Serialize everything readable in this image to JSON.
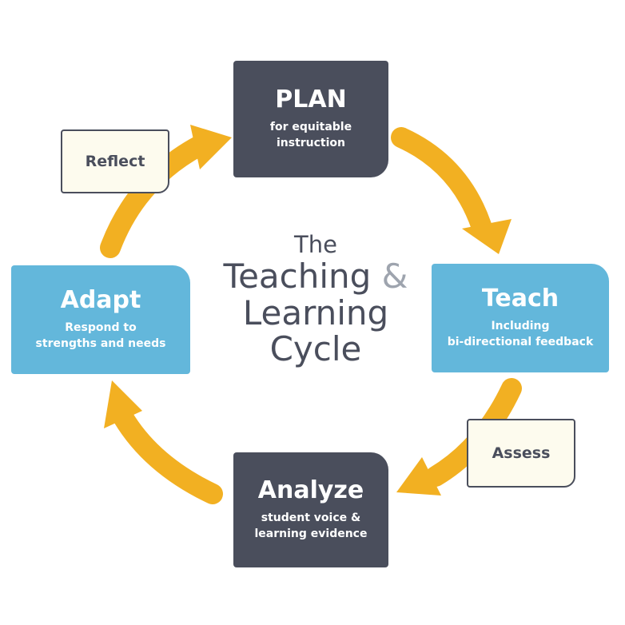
{
  "colors": {
    "arrow": "#f2b022",
    "dark_box": "#4a4e5c",
    "blue_box": "#63b7db",
    "label_fill": "#fdfbee",
    "text_dark": "#4a4e5c",
    "ampersand": "#9ea4ae"
  },
  "center": {
    "line1": "The",
    "line2": "Teaching",
    "ampersand": "&",
    "line3": "Learning",
    "line4": "Cycle"
  },
  "stages": {
    "plan": {
      "title": "PLAN",
      "line1": "for equitable",
      "line2": "instruction"
    },
    "teach": {
      "title": "Teach",
      "line1": "Including",
      "line2": "bi-directional feedback"
    },
    "analyze": {
      "title": "Analyze",
      "line1": "student voice &",
      "line2": "learning evidence"
    },
    "adapt": {
      "title": "Adapt",
      "line1": "Respond to",
      "line2": "strengths and needs"
    }
  },
  "labels": {
    "reflect": "Reflect",
    "assess": "Assess"
  }
}
